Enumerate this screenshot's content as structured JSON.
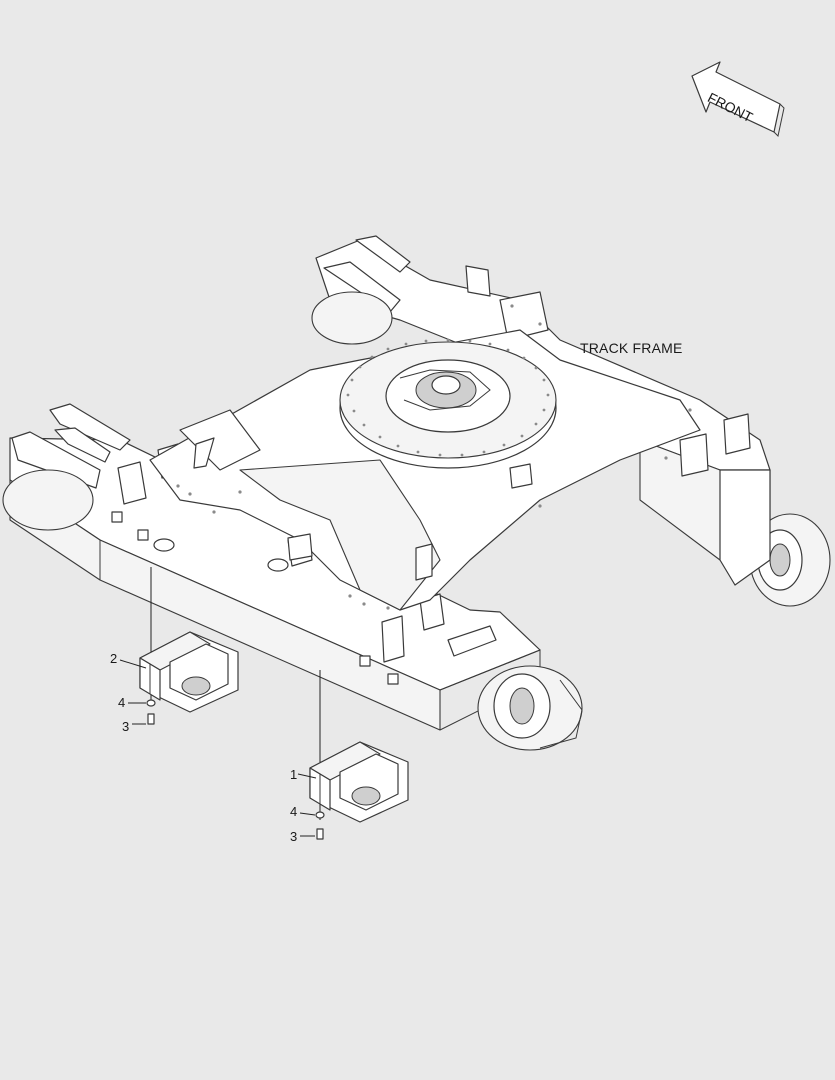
{
  "frame_label": "TRACK FRAME",
  "front_label": "FRONT",
  "callouts": {
    "upper_bracket": "2",
    "upper_washer": "4",
    "upper_bolt": "3",
    "lower_bracket": "1",
    "lower_washer": "4",
    "lower_bolt": "3"
  },
  "colors": {
    "background": "#e9e9e9",
    "line": "#3a3a3a",
    "fill": "#ffffff"
  }
}
